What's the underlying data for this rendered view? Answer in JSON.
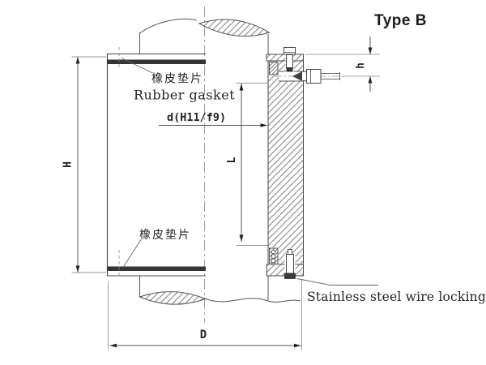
{
  "diagram": {
    "type_label": "Type B",
    "callouts": {
      "gasket_top_cn": "橡皮垫片",
      "gasket_top_en": "Rubber gasket",
      "gasket_bottom_cn": "橡皮垫片",
      "wire_locking": "Stainless steel wire locking",
      "bore_fit": "d(H11/f9)"
    },
    "dimensions": {
      "overall_height": "H",
      "locking_length": "L",
      "outer_diameter": "D",
      "fitting_height": "h"
    },
    "colors": {
      "line": "#4a4a4a",
      "dark_fill": "#333333",
      "background": "#ffffff"
    }
  }
}
